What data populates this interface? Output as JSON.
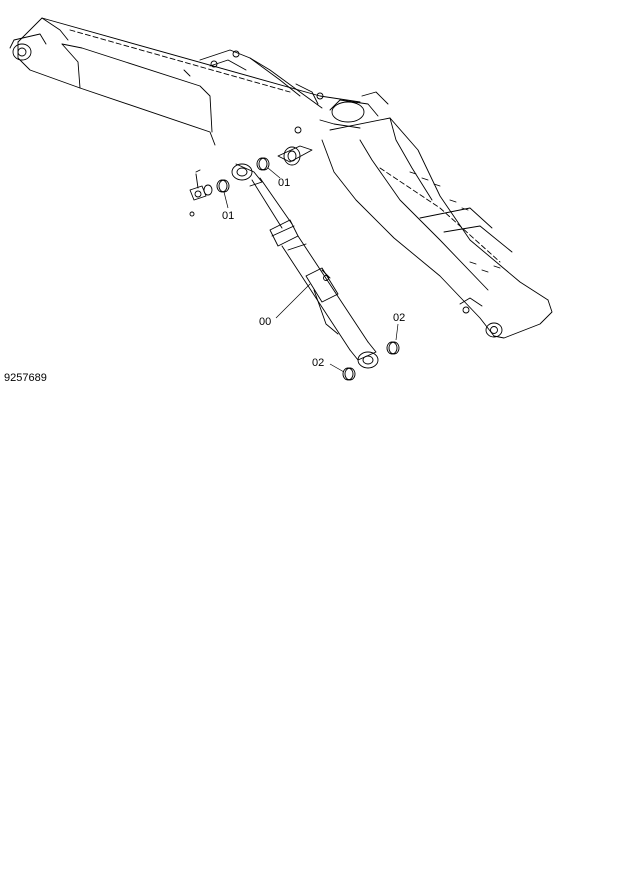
{
  "figure_number": "9257689",
  "callouts": {
    "c01_upper": "01",
    "c01_left": "01",
    "c00": "00",
    "c02_right": "02",
    "c02_left": "02"
  }
}
